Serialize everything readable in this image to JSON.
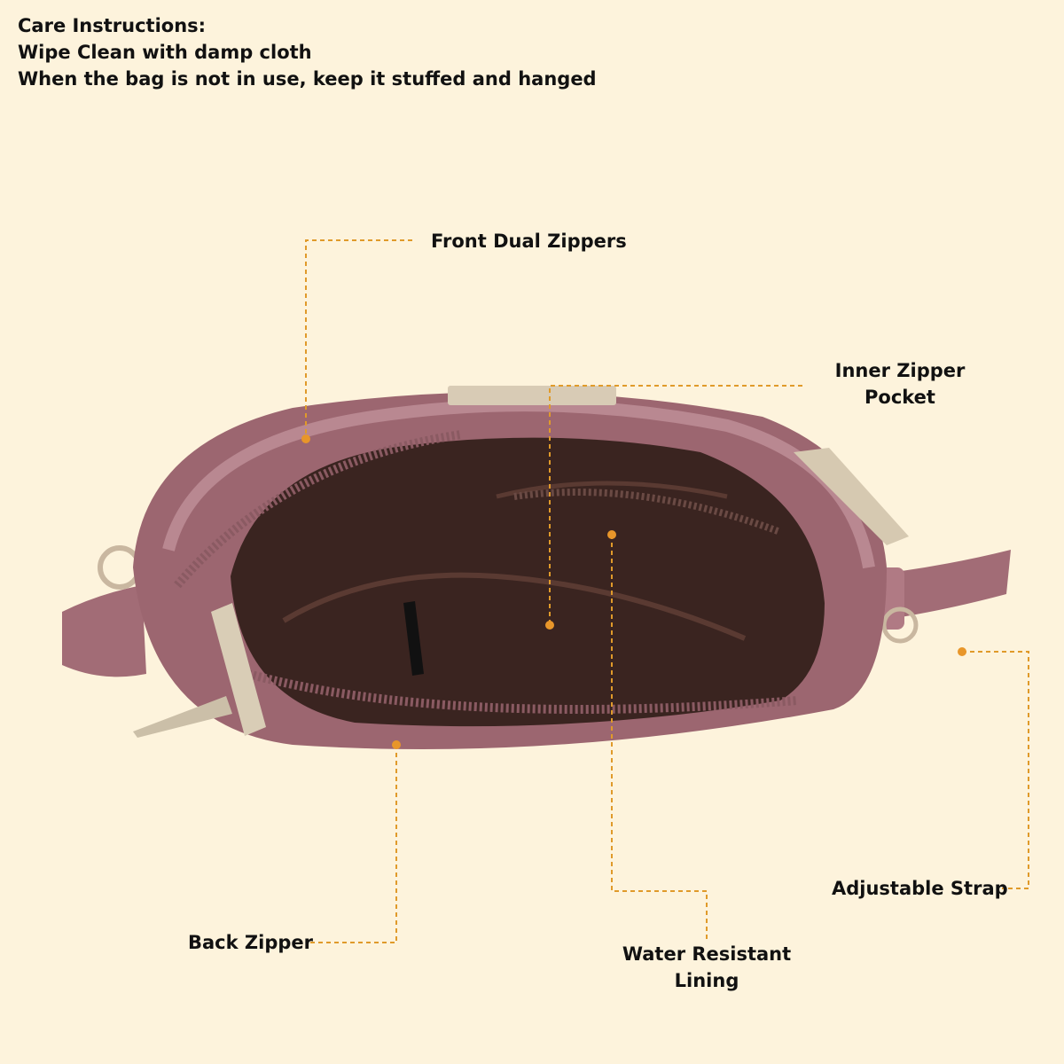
{
  "care": {
    "heading": "Care Instructions:",
    "line1": "Wipe Clean with damp cloth",
    "line2": "When the bag is not in use, keep it stuffed and hanged"
  },
  "labels": {
    "front_dual_zippers": "Front Dual Zippers",
    "inner_zipper_pocket_1": "Inner Zipper",
    "inner_zipper_pocket_2": "Pocket",
    "adjustable_strap": "Adjustable Strap",
    "back_zipper": "Back Zipper",
    "water_resistant_1": "Water Resistant",
    "water_resistant_2": "Lining"
  },
  "colors": {
    "background": "#fdf3dc",
    "leader": "#e09a2a",
    "bag_leather": "#9c6670",
    "lining": "#3a2420"
  }
}
